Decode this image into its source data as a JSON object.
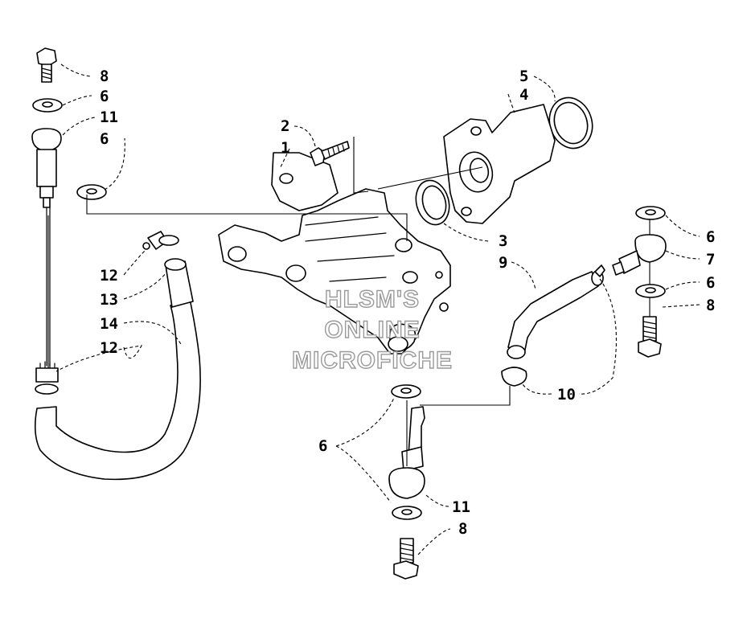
{
  "callouts": {
    "c8_top": "8",
    "c6_top": "6",
    "c11_top": "11",
    "c6_mid_left": "6",
    "c2": "2",
    "c1": "1",
    "c5": "5",
    "c4": "4",
    "c3": "3",
    "c9": "9",
    "c6_right_top": "6",
    "c7": "7",
    "c6_right_bottom": "6",
    "c8_right": "8",
    "c12_top": "12",
    "c13": "13",
    "c14": "14",
    "c12_bottom": "12",
    "c10": "10",
    "c6_bottom": "6",
    "c11_bottom": "11",
    "c8_bottom": "8"
  },
  "watermark": {
    "line1": "HLSM'S",
    "line2": "ONLINE",
    "line3": "MICROFICHE"
  }
}
